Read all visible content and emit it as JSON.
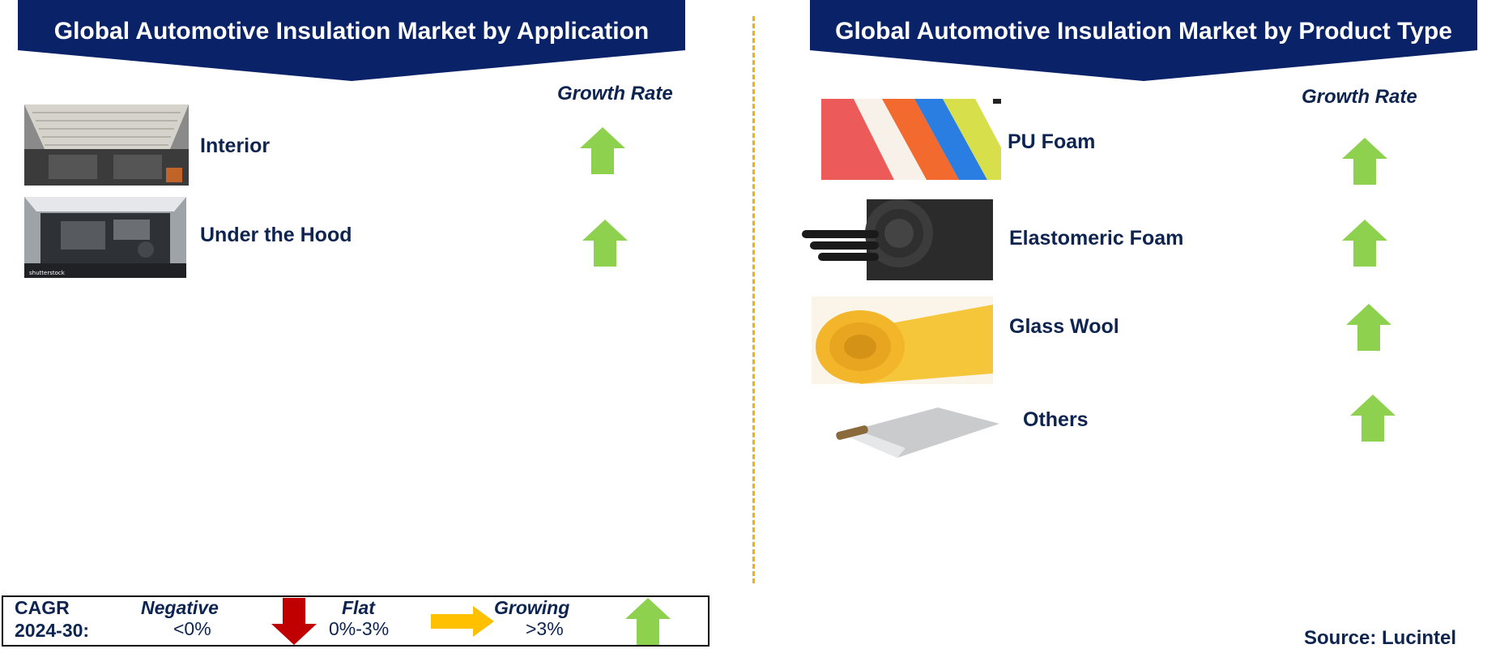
{
  "left_panel": {
    "title": "Global Automotive Insulation Market by Application",
    "growth_header": "Growth Rate",
    "items": [
      {
        "label": "Interior",
        "trend": "growing"
      },
      {
        "label": "Under the Hood",
        "trend": "growing"
      }
    ]
  },
  "right_panel": {
    "title": "Global Automotive Insulation Market by Product Type",
    "growth_header": "Growth Rate",
    "items": [
      {
        "label": "PU Foam",
        "trend": "growing"
      },
      {
        "label": "Elastomeric Foam",
        "trend": "growing"
      },
      {
        "label": "Glass Wool",
        "trend": "growing"
      },
      {
        "label": "Others",
        "trend": "growing"
      }
    ]
  },
  "legend": {
    "cagr_line1": "CAGR",
    "cagr_line2": "2024-30:",
    "negative_label": "Negative",
    "negative_range": "<0%",
    "flat_label": "Flat",
    "flat_range": "0%-3%",
    "growing_label": "Growing",
    "growing_range": ">3%"
  },
  "source": "Source: Lucintel",
  "image_caption": "shutterstock",
  "colors": {
    "banner": "#0a2267",
    "growing_arrow": "#8dd14f",
    "negative_arrow": "#c00000",
    "flat_arrow": "#ffc000",
    "divider": "#f5b000",
    "text": "#0d2350"
  }
}
